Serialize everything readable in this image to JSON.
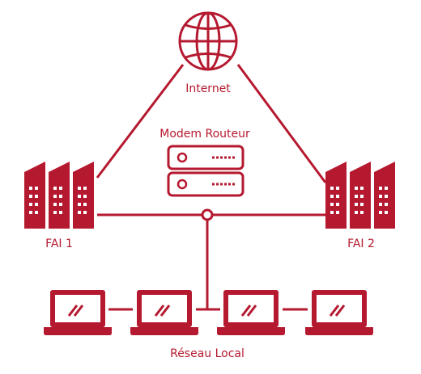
{
  "colors": {
    "accent": "#b5192f",
    "background": "#ffffff"
  },
  "labels": {
    "internet": "Internet",
    "modem_routeur": "Modem Routeur",
    "fai1": "FAI 1",
    "fai2": "FAI 2",
    "reseau_local": "Réseau Local"
  },
  "icons": {
    "internet": "globe-icon",
    "modem": "server-icon",
    "fai": "building-icon",
    "computer": "laptop-icon"
  }
}
